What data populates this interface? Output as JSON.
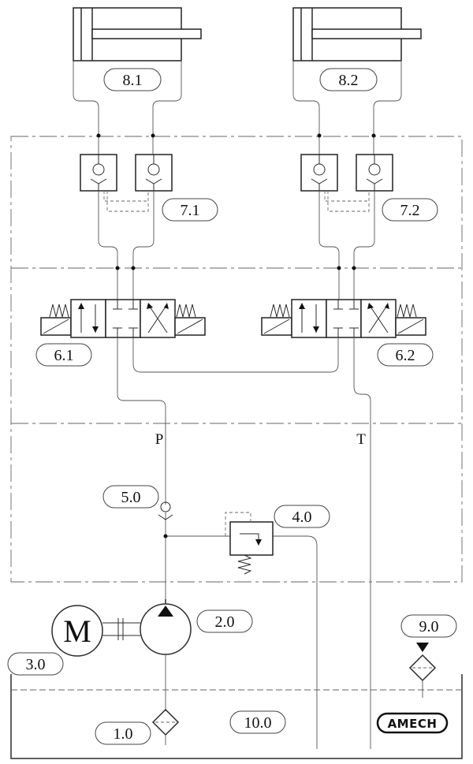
{
  "labels": {
    "cyl_1": "8.1",
    "cyl_2": "8.2",
    "check_pair_1": "7.1",
    "check_pair_2": "7.2",
    "valve_1": "6.1",
    "valve_2": "6.2",
    "check_valve": "5.0",
    "relief_valve": "4.0",
    "pump": "2.0",
    "motor": "3.0",
    "suction_filter": "1.0",
    "return_filter": "9.0",
    "tank": "10.0"
  },
  "ports": {
    "pressure": "P",
    "tank": "T"
  },
  "motor_symbol": "M",
  "brand": "AMECH",
  "icons": {
    "cylinder": "double-acting-cylinder-icon",
    "pilot_check": "pilot-operated-check-valve-icon",
    "directional_valve": "4-3-solenoid-valve-icon",
    "pump": "hydraulic-pump-icon",
    "motor": "electric-motor-icon",
    "filter": "filter-icon",
    "relief": "pressure-relief-valve-icon"
  }
}
